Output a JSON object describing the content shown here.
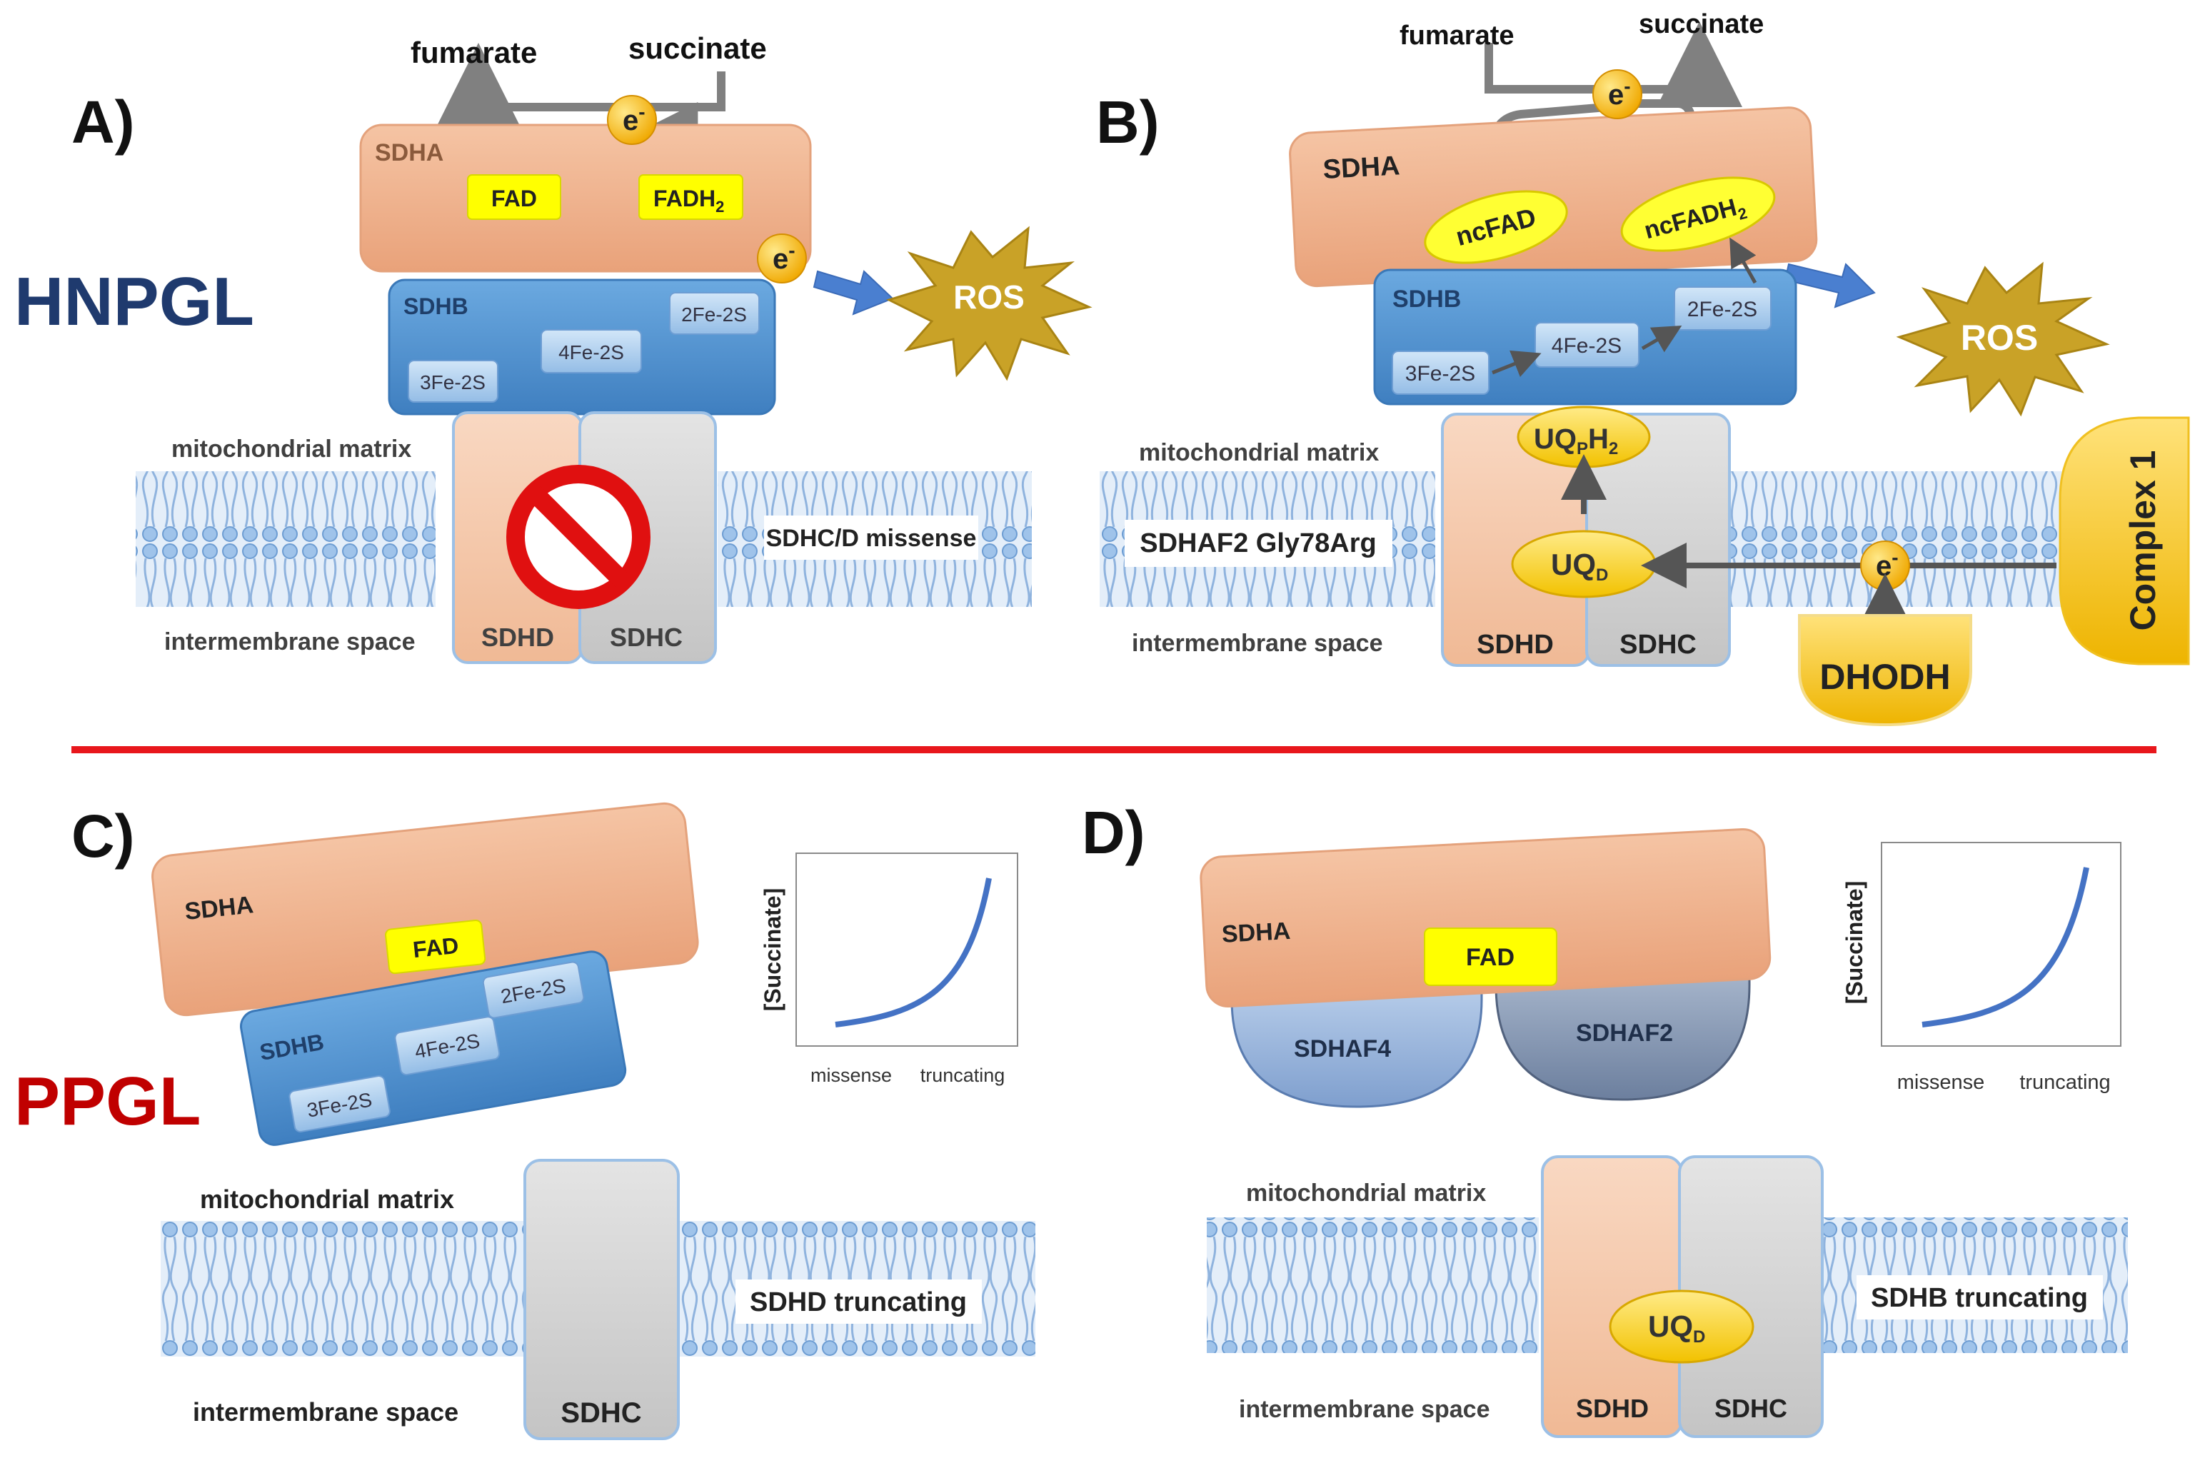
{
  "panels": {
    "A": {
      "letter": "A)",
      "substrates": {
        "fumarate": "fumarate",
        "succinate": "succinate"
      },
      "electron": "e",
      "electron_sup": "-",
      "sdha": "SDHA",
      "fad": "FAD",
      "fadh2": "FADH",
      "fadh2_sub": "2",
      "ros": "ROS",
      "sdhb": "SDHB",
      "clusters": [
        "2Fe-2S",
        "4Fe-2S",
        "3Fe-2S"
      ],
      "matrix": "mitochondrial matrix",
      "intermembrane": "intermembrane space",
      "sdhd": "SDHD",
      "sdhc": "SDHC",
      "mutation": "SDHC/D missense"
    },
    "B": {
      "letter": "B)",
      "substrates": {
        "fumarate": "fumarate",
        "succinate": "succinate"
      },
      "electron": "e",
      "electron_sup": "-",
      "sdha": "SDHA",
      "ncfad": "ncFAD",
      "ncfadh2": "ncFADH",
      "ncfadh2_sub": "2",
      "ros": "ROS",
      "sdhb": "SDHB",
      "clusters": [
        "2Fe-2S",
        "4Fe-2S",
        "3Fe-2S"
      ],
      "matrix": "mitochondrial matrix",
      "intermembrane": "intermembrane space",
      "uqph2_a": "UQ",
      "uqph2_b": "P",
      "uqph2_c": "H",
      "uqph2_d": "2",
      "uqd": "UQ",
      "uqd_sub": "D",
      "sdhd": "SDHD",
      "sdhc": "SDHC",
      "mutation": "SDHAF2 Gly78Arg",
      "complex1": "Complex 1",
      "dhodh": "DHODH"
    },
    "C": {
      "letter": "C)",
      "sdha": "SDHA",
      "fad": "FAD",
      "sdhb": "SDHB",
      "clusters": [
        "2Fe-2S",
        "4Fe-2S",
        "3Fe-2S"
      ],
      "chart_ylabel": "[Succinate]",
      "chart_xlabels": [
        "missense",
        "truncating"
      ],
      "matrix": "mitochondrial matrix",
      "intermembrane": "intermembrane space",
      "sdhc": "SDHC",
      "mutation": "SDHD truncating"
    },
    "D": {
      "letter": "D)",
      "sdha": "SDHA",
      "fad": "FAD",
      "sdhaf4": "SDHAF4",
      "sdhaf2": "SDHAF2",
      "chart_ylabel": "[Succinate]",
      "chart_xlabels": [
        "missense",
        "truncating"
      ],
      "matrix": "mitochondrial matrix",
      "intermembrane": "intermembrane space",
      "uqd": "UQ",
      "uqd_sub": "D",
      "sdhd": "SDHD",
      "sdhc": "SDHC",
      "mutation": "SDHB truncating"
    }
  },
  "groups": {
    "hnpgl": "HNPGL",
    "ppgl": "PPGL"
  },
  "colors": {
    "sdha": "#f0b48e",
    "sdhb": "#5a9bd5",
    "sdhb_dark": "#3a78b8",
    "cluster": "#a9cbe9",
    "fad": "#ffff00",
    "sdhc": "#d6d6d6",
    "sdhd": "#f6c9aa",
    "uq": "#ffd94a",
    "ros": "#c9a227",
    "dhodh": "#f5c542",
    "hnpgl": "#1f3a6e",
    "ppgl": "#c00000",
    "divider": "#e8171c",
    "curve": "#4472c4"
  }
}
